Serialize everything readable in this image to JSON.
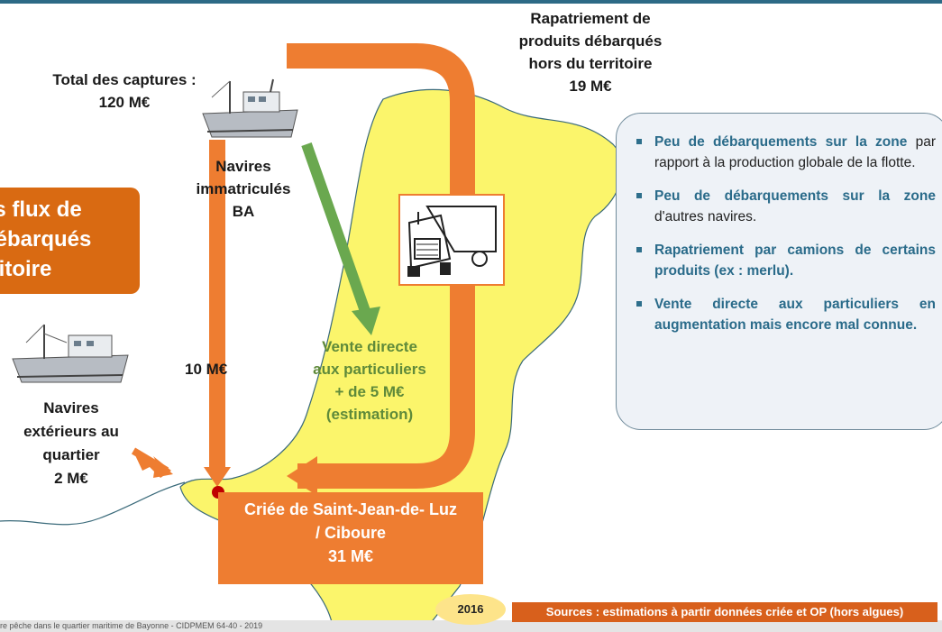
{
  "colors": {
    "accent_orange": "#ee7d31",
    "dark_orange": "#d96a12",
    "green_arrow": "#6aa84f",
    "land_yellow": "#fbf56b",
    "text_teal": "#2a6b8a",
    "green_text": "#5f8a3a"
  },
  "total": {
    "line1": "Total des captures :",
    "line2": "120 M€"
  },
  "rapatriement": {
    "line1": "Rapatriement de",
    "line2": "produits débarqués",
    "line3": "hors du territoire",
    "line4": "19 M€"
  },
  "navires_ba": {
    "line1": "Navires",
    "line2": "immatriculés",
    "line3": "BA"
  },
  "title_box": {
    "line1": "es flux de",
    "line2": "débarqués",
    "line3": "rritoire"
  },
  "flow_10": "10 M€",
  "vente": {
    "line1": "Vente directe",
    "line2": "aux particuliers",
    "line3": "+ de 5 M€",
    "line4": "(estimation)"
  },
  "navires_ext": {
    "line1": "Navires",
    "line2": "extérieurs au",
    "line3": "quartier",
    "line4": "2 M€"
  },
  "criee": {
    "line1": "Criée de Saint-Jean-de- Luz",
    "line2": "/ Ciboure",
    "line3": "31 M€"
  },
  "bullets": [
    {
      "bold": "Peu de débarquements sur la zone",
      "plain": " par rapport à la production globale de la flotte."
    },
    {
      "bold": "Peu de débarquements sur la zone",
      "plain": " d'autres navires."
    },
    {
      "bold": "Rapatriement par camions de certains produits (ex : merlu).",
      "plain": ""
    },
    {
      "bold": "Vente directe aux particuliers en augmentation mais encore mal connue.",
      "plain": ""
    }
  ],
  "year": "2016",
  "sources": "Sources : estimations à partir données criée et OP (hors algues)",
  "footer": "re pêche dans le quartier maritime de Bayonne - CIDPMEM 64-40 - 2019",
  "icons": [
    "fishing-boat-icon",
    "truck-icon",
    "location-dot-icon"
  ]
}
